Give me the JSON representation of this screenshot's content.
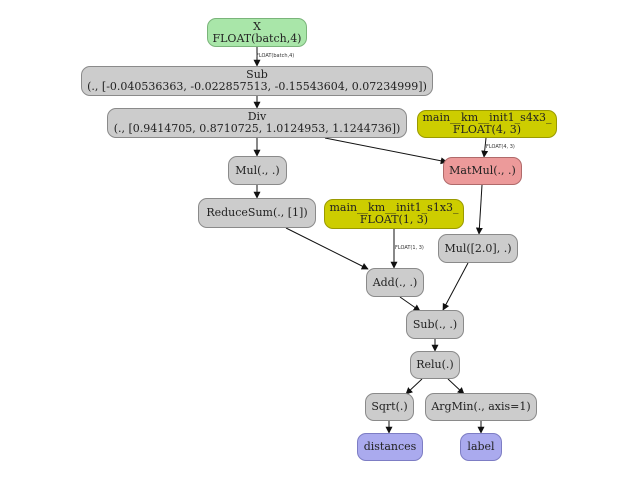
{
  "nodes": {
    "x": {
      "line1": "X",
      "line2": "FLOAT(batch,4)"
    },
    "sub1": {
      "line1": "Sub",
      "line2": "(., [-0.040536363, -0.022857513, -0.15543604, 0.07234999])"
    },
    "div": {
      "line1": "Div",
      "line2": "(., [0.9414705, 0.8710725, 1.0124953, 1.1244736])"
    },
    "s4x3": {
      "line1": "main__km__init1_s4x3_",
      "line2": "FLOAT(4, 3)"
    },
    "mul": {
      "line1": "Mul(., .)"
    },
    "matmul": {
      "line1": "MatMul(., .)"
    },
    "reducesum": {
      "line1": "ReduceSum(., [1])"
    },
    "s1x3": {
      "line1": "main__km__init1_s1x3_",
      "line2": "FLOAT(1, 3)"
    },
    "mul2": {
      "line1": "Mul([2.0], .)"
    },
    "add": {
      "line1": "Add(., .)"
    },
    "sub2": {
      "line1": "Sub(., .)"
    },
    "relu": {
      "line1": "Relu(.)"
    },
    "sqrt": {
      "line1": "Sqrt(.)"
    },
    "argmin": {
      "line1": "ArgMin(., axis=1)"
    },
    "distances": {
      "line1": "distances"
    },
    "label": {
      "line1": "label"
    }
  },
  "edge_labels": {
    "x_sub": "FLOAT(batch,4)",
    "s4x3_matmul": "FLOAT(4, 3)",
    "s1x3_add": "FLOAT(1, 3)"
  },
  "colors": {
    "operator": "#cccccc",
    "input": "#a9e6a9",
    "initializer": "#cdcd00",
    "matmul": "#ec9a9a",
    "output": "#aaaaee"
  }
}
